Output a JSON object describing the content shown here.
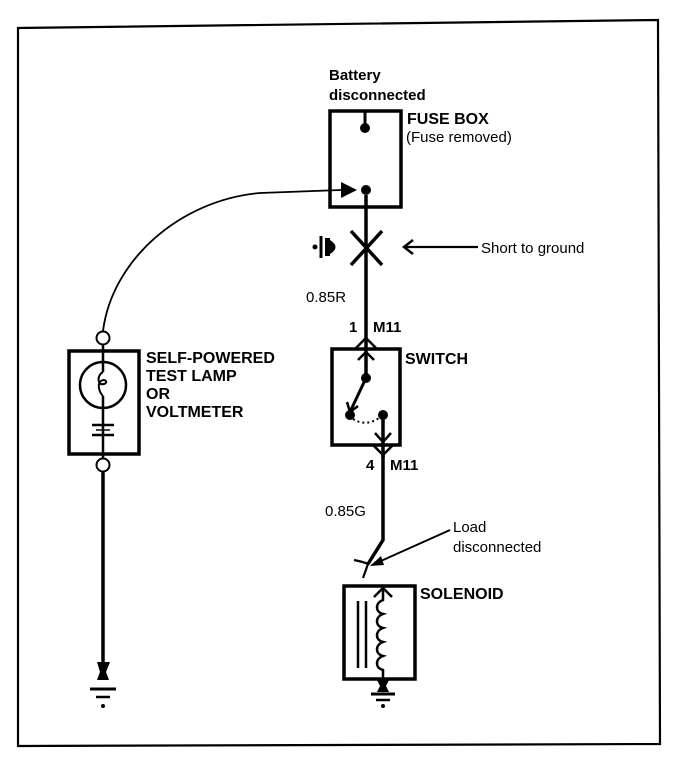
{
  "diagram": {
    "title": "Short to ground test circuit",
    "colors": {
      "ink": "#000000",
      "paper": "#ffffff"
    },
    "components": {
      "fuse_box": {
        "name": "FUSE BOX",
        "note": "(Fuse removed)",
        "upstream_note_line1": "Battery",
        "upstream_note_line2": "disconnected"
      },
      "fault": {
        "label": "Short to ground",
        "symbol": "ground-short-x"
      },
      "wire_upper": {
        "gauge_color": "0.85R",
        "pin": "1",
        "connector": "M11"
      },
      "switch": {
        "name": "SWITCH"
      },
      "wire_lower": {
        "pin": "4",
        "connector": "M11",
        "gauge_color": "0.85G"
      },
      "load": {
        "note_line1": "Load",
        "note_line2": "disconnected"
      },
      "solenoid": {
        "name": "SOLENOID"
      },
      "tester": {
        "line1": "SELF-POWERED",
        "line2": "TEST LAMP",
        "line3": "OR",
        "line4": "VOLTMETER"
      }
    }
  }
}
